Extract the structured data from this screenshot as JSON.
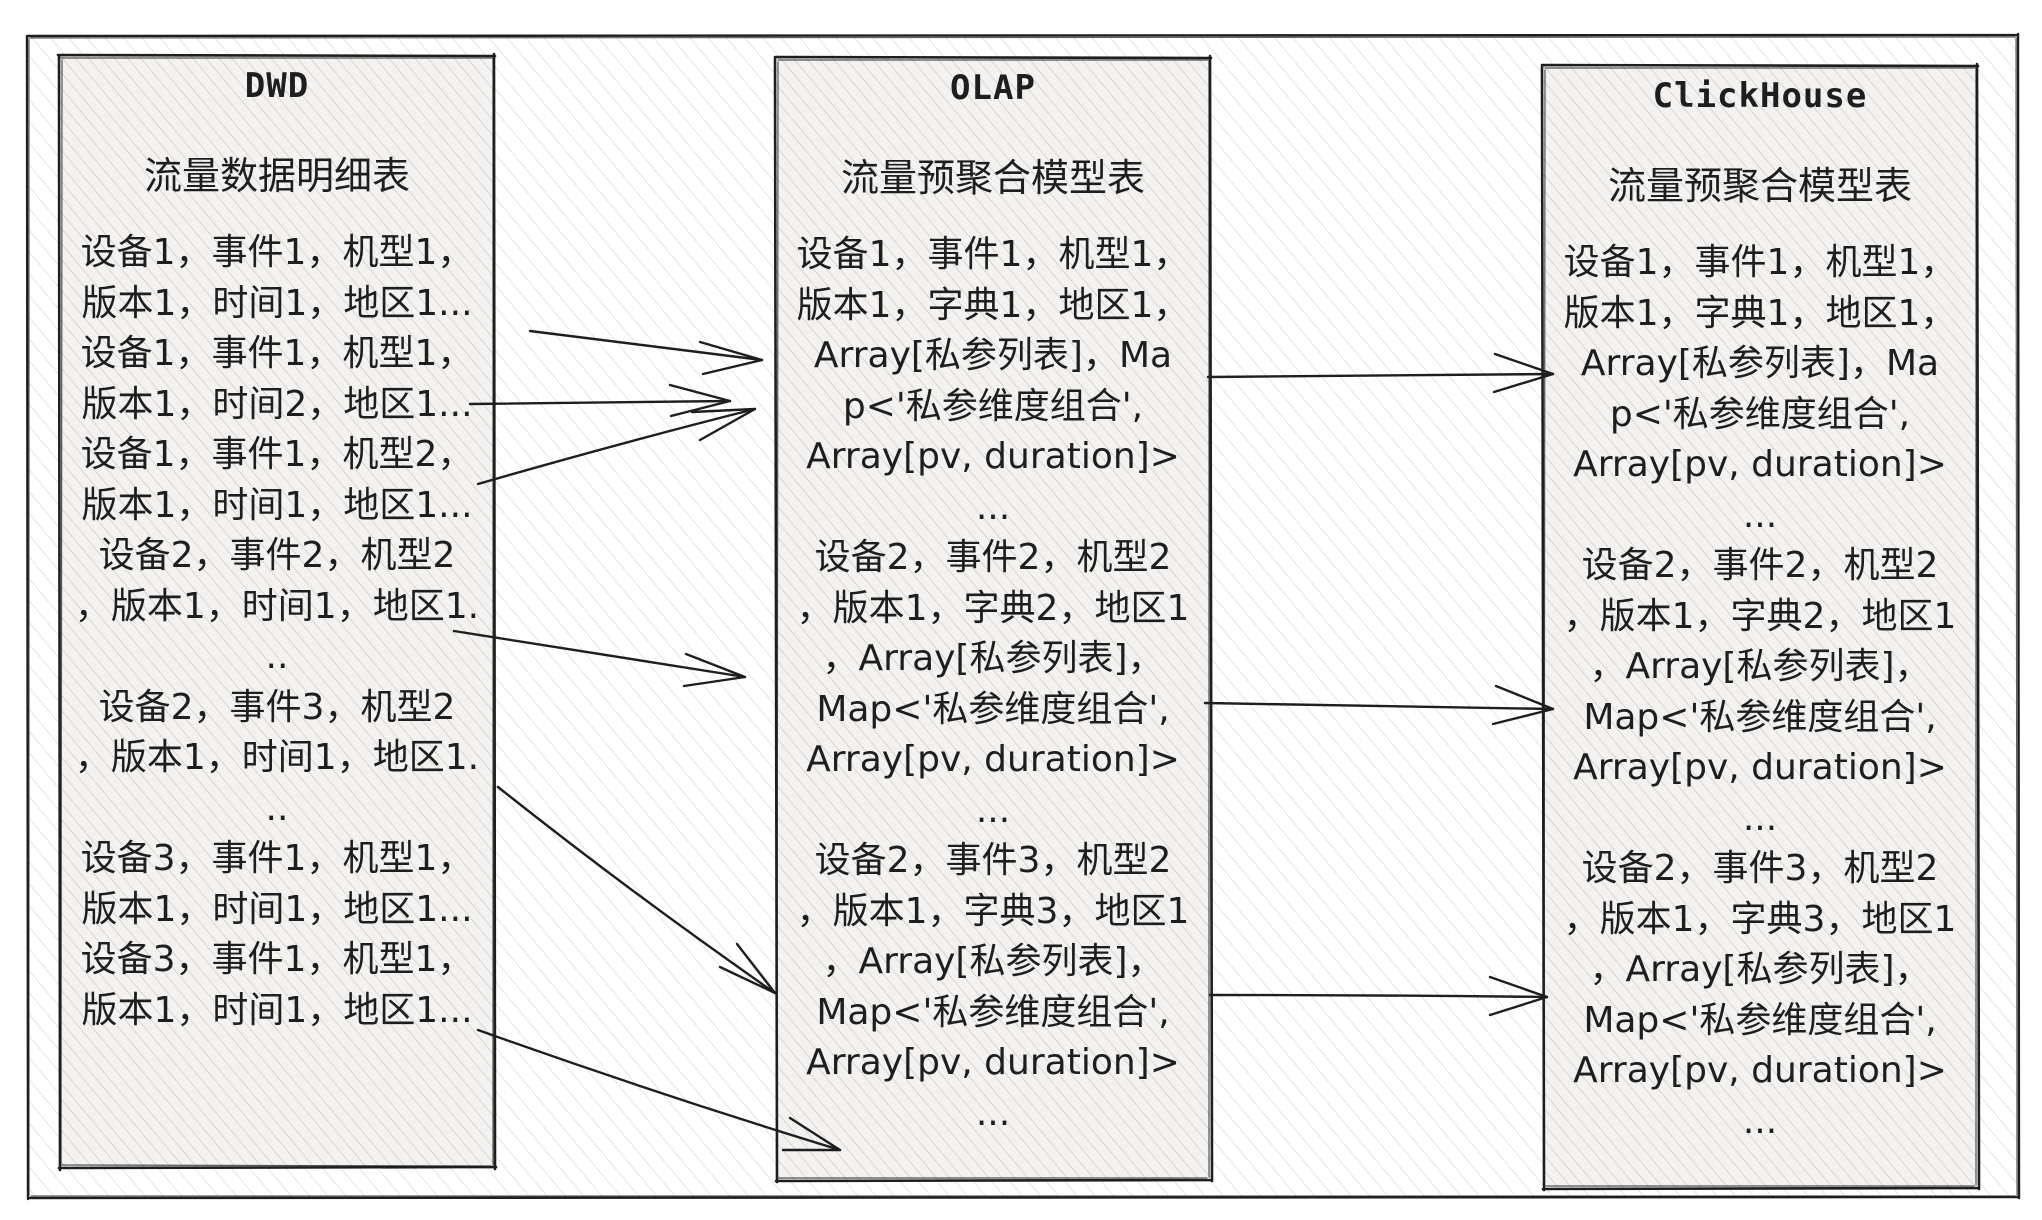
{
  "diagram": {
    "colors": {
      "stroke": "#1e1e1e",
      "hachure": "#c9c6c2",
      "panel_fill": "#f4f2f0",
      "background": "#ffffff"
    },
    "panels": [
      {
        "id": "dwd",
        "title": "DWD",
        "subtitle": "流量数据明细表",
        "lines": [
          "设备1，事件1，机型1，",
          "版本1，时间1，地区1...",
          "设备1，事件1，机型1，",
          "版本1，时间2，地区1...",
          "设备1，事件1，机型2，",
          "版本1，时间1，地区1...",
          "设备2，事件2，机型2",
          "，版本1，时间1，地区1.",
          "..",
          "设备2，事件3，机型2",
          "，版本1，时间1，地区1.",
          "..",
          "设备3，事件1，机型1，",
          "版本1，时间1，地区1...",
          "设备3，事件1，机型1，",
          "版本1，时间1，地区1..."
        ]
      },
      {
        "id": "olap",
        "title": "OLAP",
        "subtitle": "流量预聚合模型表",
        "lines": [
          "设备1，事件1，机型1，",
          "版本1，字典1，地区1，",
          "Array[私参列表]，Ma",
          "p<'私参维度组合',",
          "Array[pv, duration]>",
          "...",
          "设备2，事件2，机型2",
          "，版本1，字典2，地区1",
          "，Array[私参列表]，",
          "Map<'私参维度组合',",
          "Array[pv, duration]>",
          "...",
          "设备2，事件3，机型2",
          "，版本1，字典3，地区1",
          "，Array[私参列表]，",
          "Map<'私参维度组合',",
          "Array[pv, duration]>",
          "..."
        ]
      },
      {
        "id": "clickhouse",
        "title": "ClickHouse",
        "subtitle": "流量预聚合模型表",
        "lines": [
          "设备1，事件1，机型1，",
          "版本1，字典1，地区1，",
          "Array[私参列表]，Ma",
          "p<'私参维度组合',",
          "Array[pv, duration]>",
          "...",
          "设备2，事件2，机型2",
          "，版本1，字典2，地区1",
          "，Array[私参列表]，",
          "Map<'私参维度组合',",
          "Array[pv, duration]>",
          "...",
          "设备2，事件3，机型2",
          "，版本1，字典3，地区1",
          "，Array[私参列表]，",
          "Map<'私参维度组合',",
          "Array[pv, duration]>",
          "..."
        ]
      }
    ]
  }
}
